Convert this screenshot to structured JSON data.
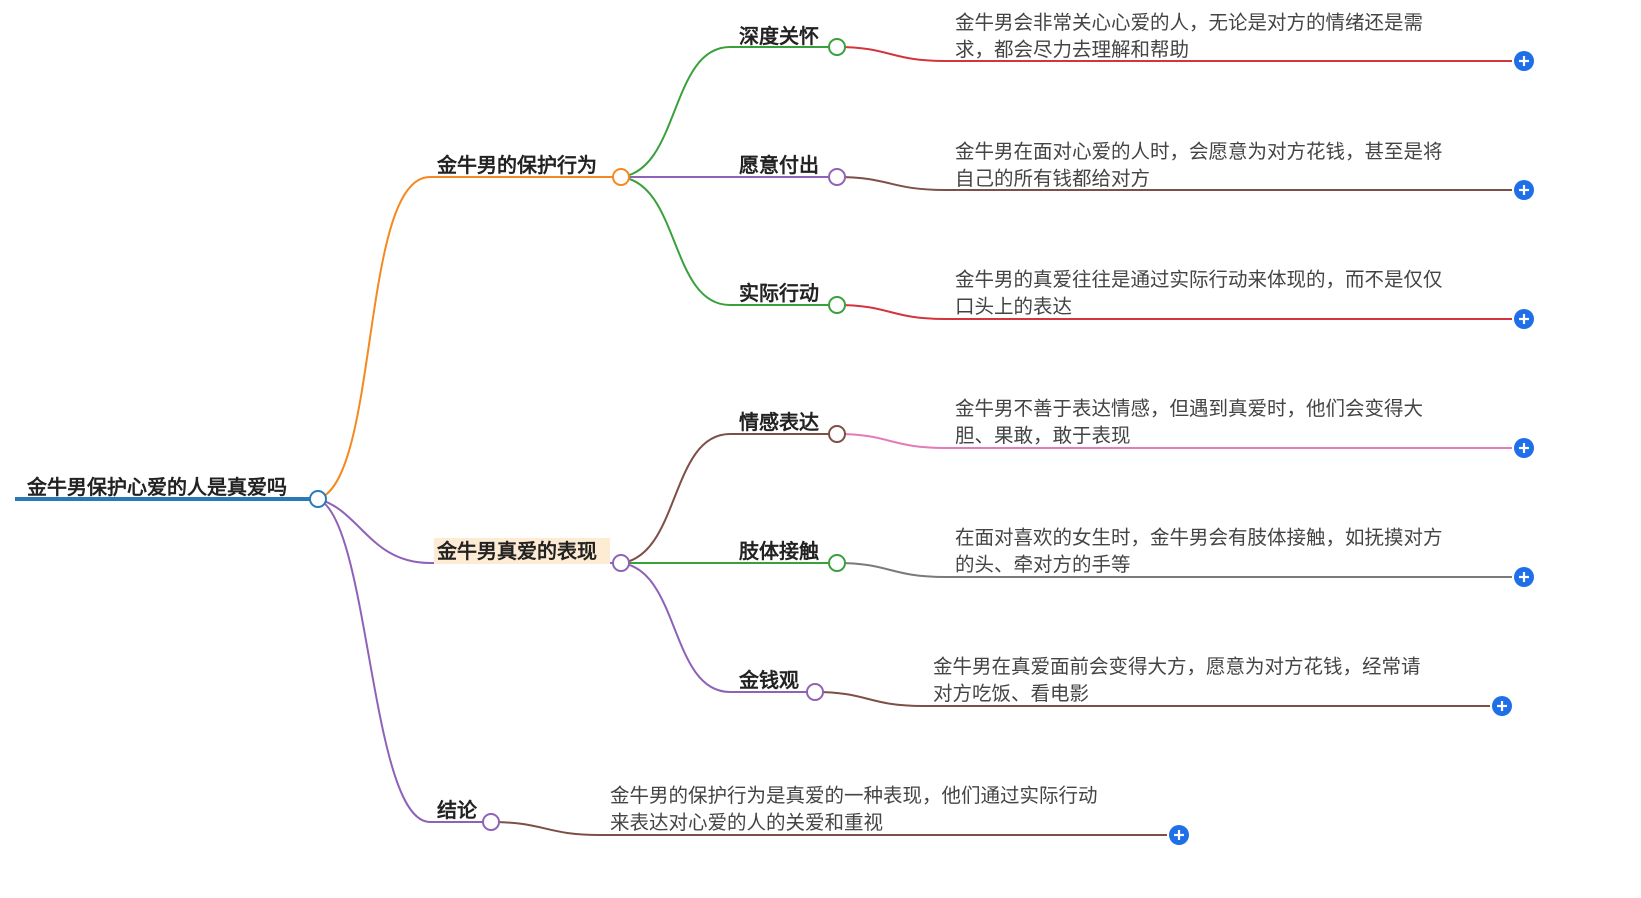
{
  "root": {
    "label": "金牛男保护心爱的人是真爱吗"
  },
  "branches": [
    {
      "label": "金牛男的保护行为",
      "children": [
        {
          "label": "深度关怀",
          "detail": [
            "金牛男会非常关心心爱的人，无论是对方的情绪还是需",
            "求，都会尽力去理解和帮助"
          ]
        },
        {
          "label": "愿意付出",
          "detail": [
            "金牛男在面对心爱的人时，会愿意为对方花钱，甚至是将",
            "自己的所有钱都给对方"
          ]
        },
        {
          "label": "实际行动",
          "detail": [
            "金牛男的真爱往往是通过实际行动来体现的，而不是仅仅",
            "口头上的表达"
          ]
        }
      ]
    },
    {
      "label": "金牛男真爱的表现",
      "children": [
        {
          "label": "情感表达",
          "detail": [
            "金牛男不善于表达情感，但遇到真爱时，他们会变得大",
            "胆、果敢，敢于表现"
          ]
        },
        {
          "label": "肢体接触",
          "detail": [
            "在面对喜欢的女生时，金牛男会有肢体接触，如抚摸对方",
            "的头、牵对方的手等"
          ]
        },
        {
          "label": "金钱观",
          "detail": [
            "金牛男在真爱面前会变得大方，愿意为对方花钱，经常请",
            "对方吃饭、看电影"
          ]
        }
      ]
    },
    {
      "label": "结论",
      "detail": [
        "金牛男的保护行为是真爱的一种表现，他们通过实际行动",
        "来表达对心爱的人的关爱和重视"
      ]
    }
  ],
  "colors": {
    "root": "#2a7ab8",
    "orange": "#f5891f",
    "purple": "#8f62b8",
    "green": "#39a03b",
    "red": "#d4343c",
    "brown": "#7d4f45",
    "pink": "#e57ab8",
    "gray": "#7a7a7a",
    "plus": "#1f6fe8"
  },
  "icons": {
    "expand": "plus-circle-icon"
  }
}
